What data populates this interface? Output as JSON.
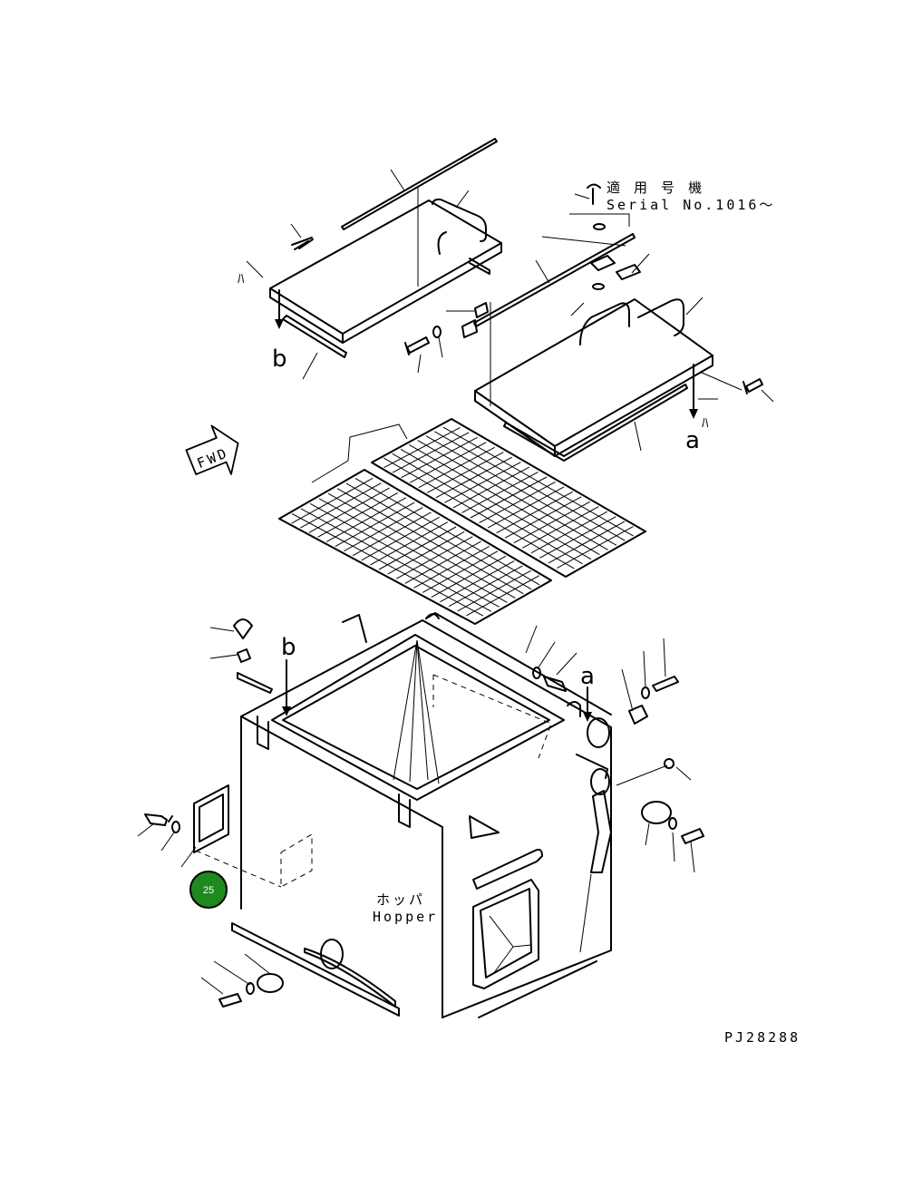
{
  "serial_note": {
    "jp": "適 用 号 機",
    "en": "Serial No.1016～"
  },
  "view_letters": {
    "a_top": "a",
    "b_top": "b",
    "a_body": "a",
    "b_body": "b"
  },
  "mark_ha": [
    "ﾊ",
    "ﾊ"
  ],
  "fwd_label": "FWD",
  "hopper_label": {
    "jp": "ホッパ",
    "en": "Hopper"
  },
  "callout_badge": {
    "number": "25",
    "color": "#1e8a1e"
  },
  "drawing_code": "PJ28288"
}
